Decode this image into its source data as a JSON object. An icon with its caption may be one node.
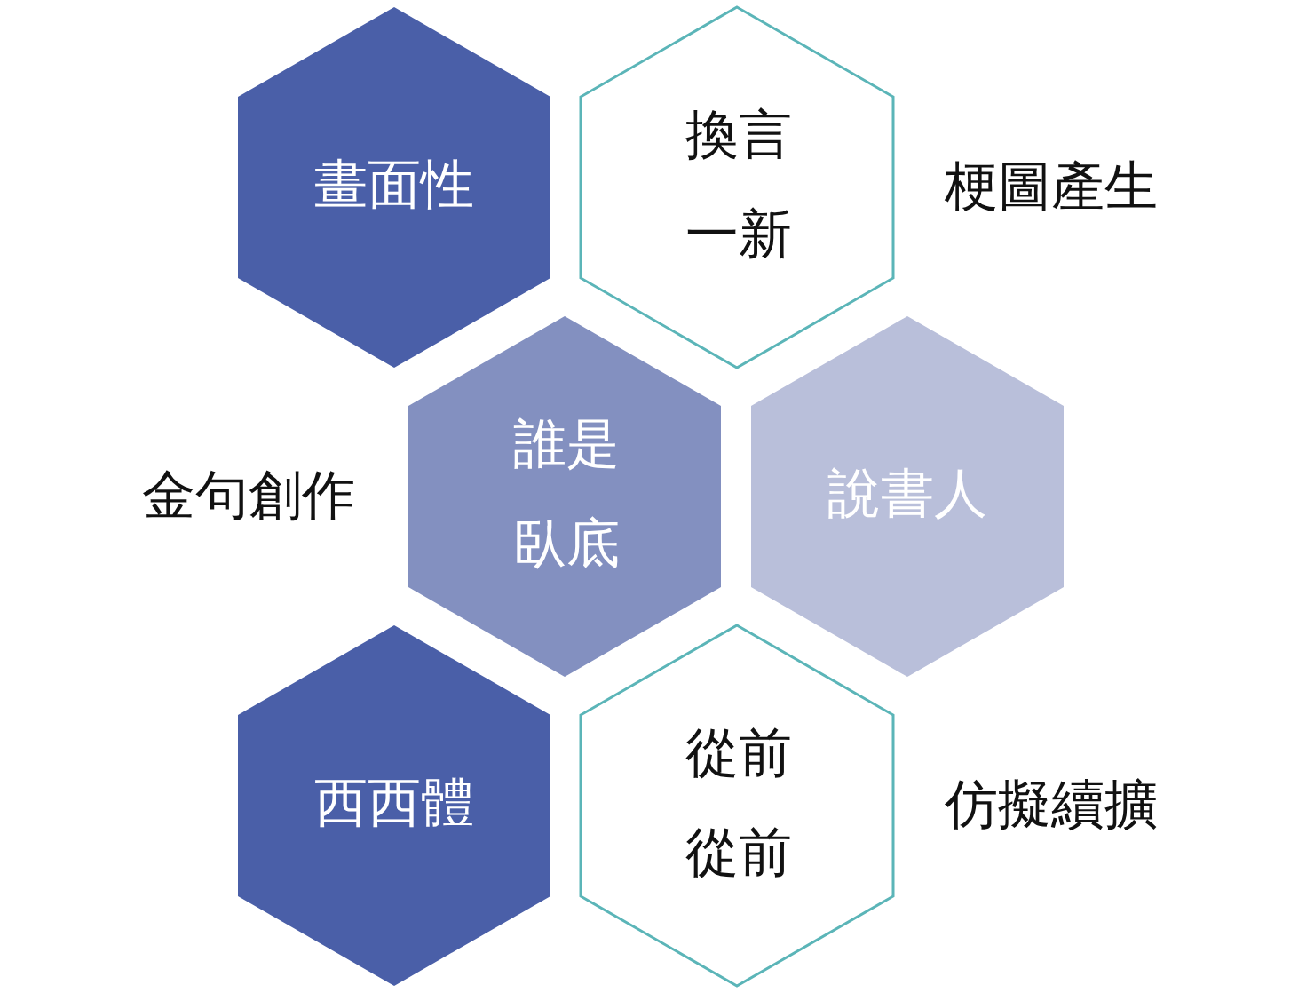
{
  "diagram": {
    "nodes": [
      {
        "text": [
          "畫面性"
        ]
      },
      {
        "text": [
          "換言一新"
        ],
        "beside": [
          "梗圖產生"
        ]
      },
      {
        "text": [
          "誰是臥底"
        ],
        "beside": [
          "金句創作"
        ]
      },
      {
        "text": [
          "說書人"
        ]
      },
      {
        "text": [
          "西西體"
        ]
      },
      {
        "text": [
          "從前從前"
        ],
        "beside": [
          "仿擬續擴"
        ]
      }
    ]
  }
}
